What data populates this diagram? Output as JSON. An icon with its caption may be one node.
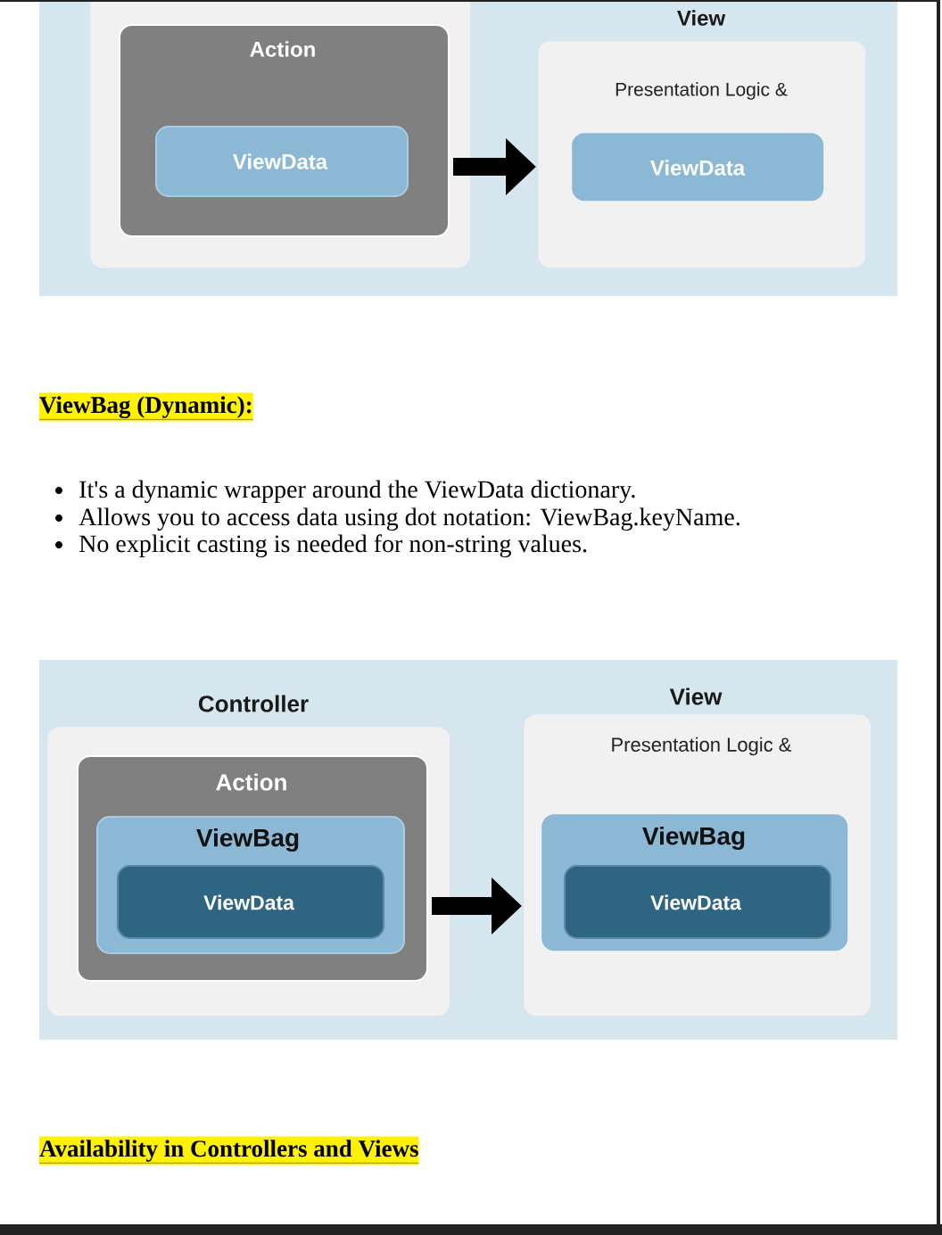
{
  "diagram": {
    "nodes": [
      {
        "text": [],
        "shape": "box"
      },
      {
        "text": [
          "Action"
        ],
        "in": 0
      },
      {
        "text": [
          "ViewData"
        ],
        "in": 1
      },
      {
        "text": [
          "View",
          "Presentation Logic &"
        ]
      },
      {
        "text": [
          "ViewData"
        ],
        "in": 3
      },
      {
        "text": [
          "Controller"
        ]
      },
      {
        "text": [
          "Action"
        ],
        "in": 5
      },
      {
        "text": [
          "ViewBag"
        ],
        "in": 6
      },
      {
        "text": [
          "ViewData"
        ],
        "in": 7
      },
      {
        "text": [
          "View",
          "Presentation Logic &"
        ]
      },
      {
        "text": [
          "ViewBag"
        ],
        "in": 9
      },
      {
        "text": [
          "ViewData"
        ],
        "in": 10
      }
    ],
    "edges": [
      {
        "from": 1,
        "to": 3,
        "arrow": "to"
      },
      {
        "from": 6,
        "to": 9,
        "arrow": "to"
      }
    ],
    "labels": [
      "ViewBag (Dynamic):",
      "It's a dynamic wrapper around the ViewData dictionary.",
      "Allows you to access data using dot notation: ViewBag.keyName.",
      "No explicit casting is needed for non-string values.",
      "Availability in Controllers and Views"
    ]
  }
}
